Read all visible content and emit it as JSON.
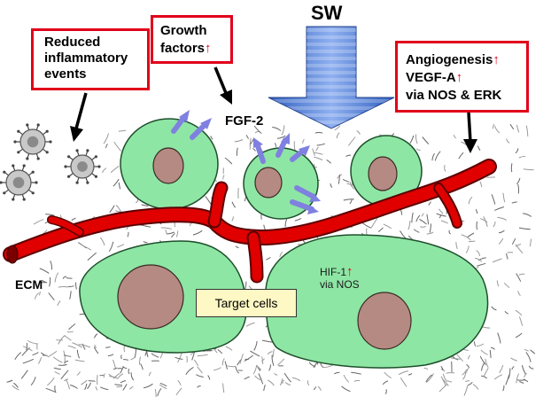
{
  "stimulus_label": "SW",
  "boxes": {
    "reduced_inflammatory": [
      "Reduced",
      "inflammatory",
      "events"
    ],
    "growth_factors": {
      "line1": "Growth",
      "line2": "factors",
      "arrow": "↑"
    },
    "angiogenesis": {
      "line1": "Angiogenesis",
      "line2": "VEGF-A",
      "line3": "via NOS & ERK",
      "arrow": "↑"
    }
  },
  "labels": {
    "fgf2": "FGF-2",
    "ecm": "ECM",
    "hif1": "HIF-1",
    "hif1_sub": "via NOS",
    "hif1_arrow": "↑",
    "target_cells": "Target cells"
  },
  "colors": {
    "box_border": "#e0001a",
    "vessel": "#e00000",
    "cell_fill": "#8ee6a4",
    "nucleus_fill": "#b58a82",
    "sw_arrow": "#3f6fd1",
    "growth_factor_arrows": "#7f80e0",
    "target_label_fill": "#fdf8c4"
  },
  "icons": [
    "sw-shockwave-arrow",
    "blood-vessel",
    "inflammatory-cell-icon",
    "growth-factor-arrow",
    "fibre-matrix"
  ]
}
